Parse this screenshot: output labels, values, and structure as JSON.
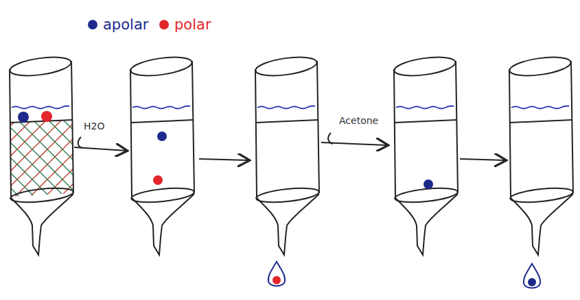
{
  "diagram": {
    "labels": [
      "H2O",
      "Acetone"
    ],
    "legend": [
      {
        "text": "apolar",
        "color": "#1d2a8c"
      },
      {
        "text": "polar",
        "color": "#e3262c"
      }
    ]
  }
}
